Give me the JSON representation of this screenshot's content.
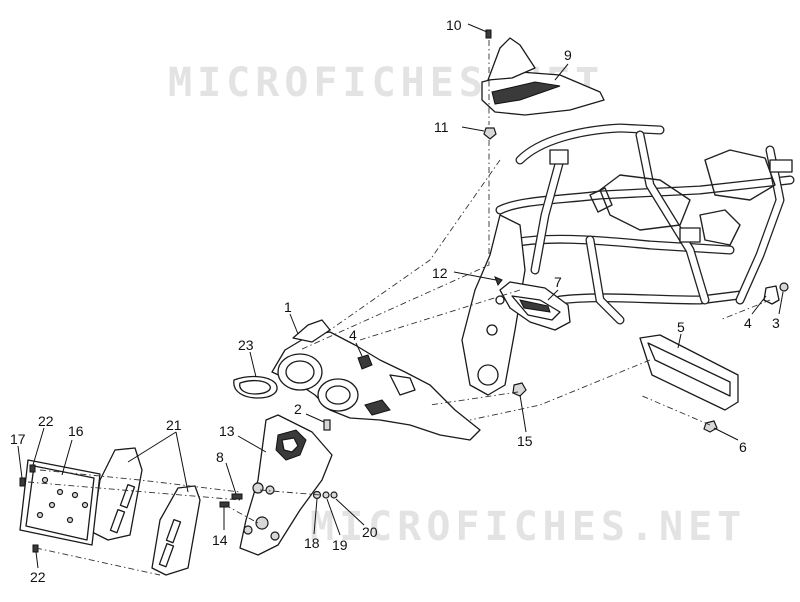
{
  "watermark": {
    "text": "MICROFICHES.NET"
  },
  "callouts": [
    {
      "id": "c1",
      "label": "1"
    },
    {
      "id": "c2",
      "label": "2"
    },
    {
      "id": "c3",
      "label": "3"
    },
    {
      "id": "c4a",
      "label": "4"
    },
    {
      "id": "c4b",
      "label": "4"
    },
    {
      "id": "c5",
      "label": "5"
    },
    {
      "id": "c6",
      "label": "6"
    },
    {
      "id": "c7",
      "label": "7"
    },
    {
      "id": "c8",
      "label": "8"
    },
    {
      "id": "c9",
      "label": "9"
    },
    {
      "id": "c10",
      "label": "10"
    },
    {
      "id": "c11",
      "label": "11"
    },
    {
      "id": "c12",
      "label": "12"
    },
    {
      "id": "c13",
      "label": "13"
    },
    {
      "id": "c14",
      "label": "14"
    },
    {
      "id": "c15",
      "label": "15"
    },
    {
      "id": "c16",
      "label": "16"
    },
    {
      "id": "c17",
      "label": "17"
    },
    {
      "id": "c18",
      "label": "18"
    },
    {
      "id": "c19",
      "label": "19"
    },
    {
      "id": "c20",
      "label": "20"
    },
    {
      "id": "c21",
      "label": "21"
    },
    {
      "id": "c22a",
      "label": "22"
    },
    {
      "id": "c22b",
      "label": "22"
    },
    {
      "id": "c23",
      "label": "23"
    }
  ]
}
